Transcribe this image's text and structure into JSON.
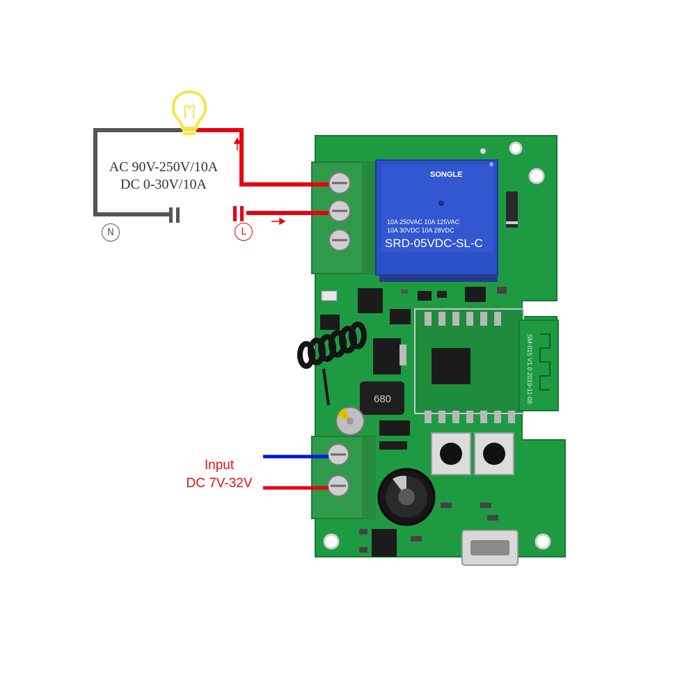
{
  "load": {
    "line1": "AC 90V-250V/10A",
    "line2": "DC 0-30V/10A"
  },
  "terminals": {
    "neutral": "N",
    "live": "L"
  },
  "input": {
    "line1": "Input",
    "line2": "DC 7V-32V"
  },
  "relay": {
    "brand": "SONGLE",
    "rating1": "10A 250VAC  10A 125VAC",
    "rating2": "10A 30VDC  10A 28VDC",
    "model": "SRD-05VDC-SL-C"
  },
  "module": {
    "marking": "SM-015 V1.0 2019-11-08"
  },
  "inductor": {
    "marking": "680"
  },
  "colors": {
    "pcb": "#1e9a43",
    "pcb_dark": "#157a33",
    "wire_live": "#e60012",
    "wire_neutral": "#555555",
    "wire_input_pos": "#0018e0",
    "relay_blue": "#2b4fc7",
    "bulb": "#f5e642",
    "terminal": "#2f9a4a"
  }
}
